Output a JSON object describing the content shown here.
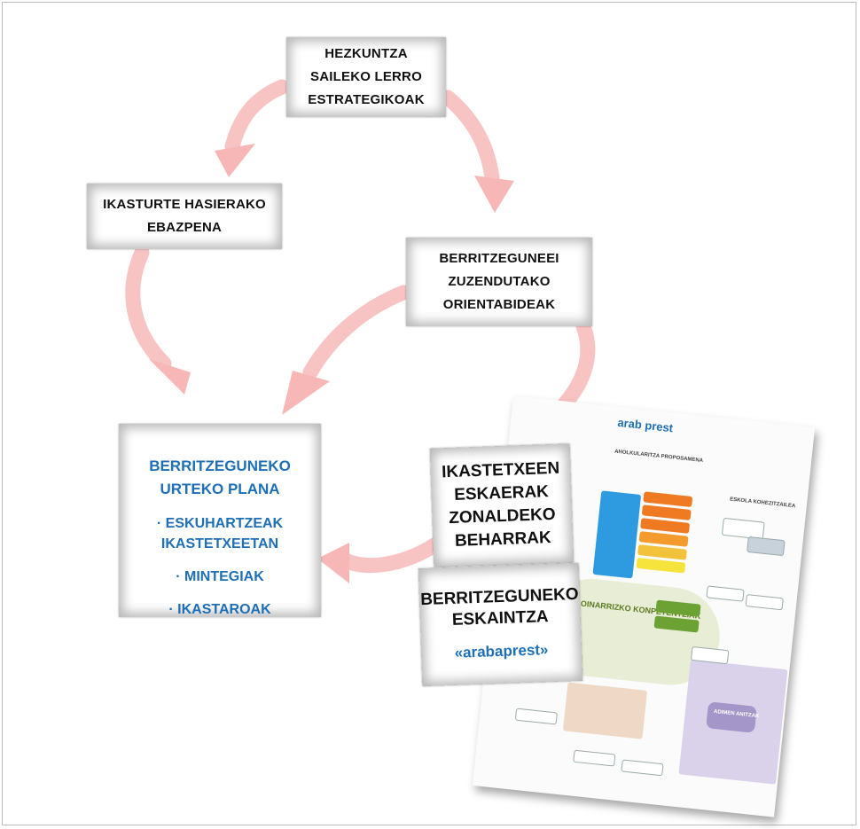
{
  "boxes": {
    "top": [
      "HEZKUNTZA",
      "SAILEKO LERRO",
      "ESTRATEGIKOAK"
    ],
    "left": [
      "IKASTURTE HASIERAKO",
      "EBAZPENA"
    ],
    "right": [
      "BERRITZEGUNEEI",
      "ZUZENDUTAKO",
      "ORIENTABIDEAK"
    ],
    "eskaerak": [
      "IKASTETXEEN",
      "ESKAERAK",
      "ZONALDEKO",
      "BEHARRAK"
    ],
    "eskaintza": {
      "title": [
        "BERRITZEGUNEKO",
        "ESKAINTZA"
      ],
      "brand": "«arabaprest»"
    }
  },
  "plan": {
    "title": [
      "BERRITZEGUNEKO",
      "URTEKO PLANA"
    ],
    "items": [
      [
        "· ESKUHARTZEAK",
        "IKASTETXEETAN"
      ],
      [
        "· MINTEGIAK"
      ],
      [
        "· IKASTAROAK"
      ]
    ]
  },
  "map": {
    "brand": "arab prest",
    "labels": {
      "proposamena": "AHOLKULARITZA PROPOSAMENA",
      "konpetentziak": "OINARRIZKO KONPETENTZIAK",
      "adimen": "ADIMEN ANITZAK",
      "eskola": "ESKOLA KOHEZITZAILEA"
    }
  },
  "colors": {
    "arrow": "#f7b7b7",
    "accent_blue": "#1e6fb5"
  }
}
